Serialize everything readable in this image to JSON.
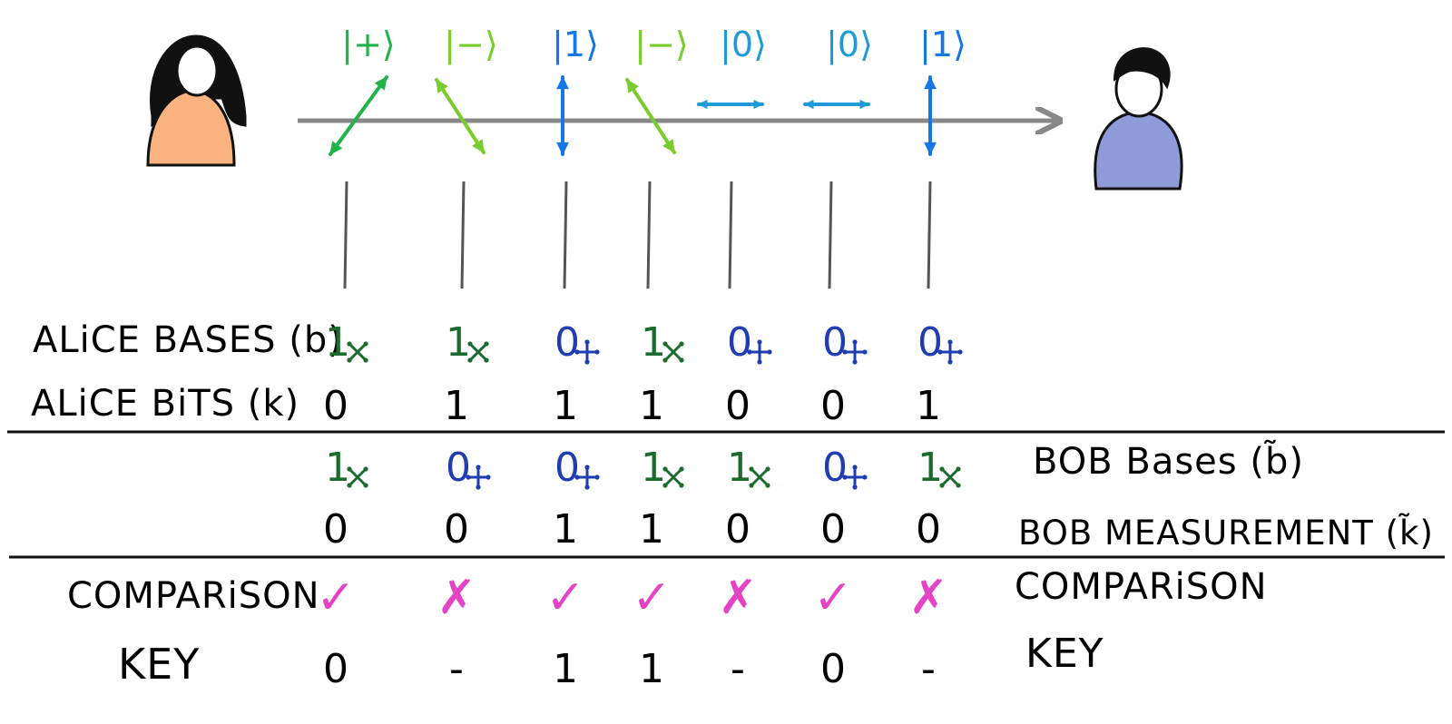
{
  "colors": {
    "diag_green": "#21b24a",
    "diag_lime": "#78cd2c",
    "rect_blue": "#1576e6",
    "rect_cyan": "#1e9bd6",
    "basis_green": "#1c6b2e",
    "basis_blue": "#1f3cb0",
    "check": "#e443c4",
    "alice_body": "#fab27f",
    "bob_body": "#8f9ad8",
    "channel": "#888888"
  },
  "states": [
    {
      "label": "|+⟩",
      "color": "#21b24a",
      "pol": "diag-pos"
    },
    {
      "label": "|−⟩",
      "color": "#78cd2c",
      "pol": "diag-neg"
    },
    {
      "label": "|1⟩",
      "color": "#1576e6",
      "pol": "vertical"
    },
    {
      "label": "|−⟩",
      "color": "#78cd2c",
      "pol": "diag-neg"
    },
    {
      "label": "|0⟩",
      "color": "#1e9bd6",
      "pol": "horizontal"
    },
    {
      "label": "|0⟩",
      "color": "#1e9bd6",
      "pol": "horizontal"
    },
    {
      "label": "|1⟩",
      "color": "#1576e6",
      "pol": "vertical"
    }
  ],
  "labels": {
    "alice_bases": "ALiCE BASES (b)",
    "alice_bits": "ALiCE BiTS (k)",
    "bob_bases": "BOB   Bases (b̃)",
    "bob_measurement": "BOB  MEASUREMENT (k̃)",
    "comparison_left": "COMPARiSON",
    "comparison_right": "COMPARiSON",
    "key_left": "KEY",
    "key_right": "KEY"
  },
  "alice_bases": [
    "1",
    "1",
    "0",
    "1",
    "0",
    "0",
    "0"
  ],
  "alice_bits": [
    "0",
    "1",
    "1",
    "1",
    "0",
    "0",
    "1"
  ],
  "bob_bases": [
    "1",
    "0",
    "0",
    "1",
    "1",
    "0",
    "1"
  ],
  "bob_measurement": [
    "0",
    "0",
    "1",
    "1",
    "0",
    "0",
    "0"
  ],
  "comparison": [
    "✓",
    "✗",
    "✓",
    "✓",
    "✗",
    "✓",
    "✗"
  ],
  "key": [
    "0",
    "-",
    "1",
    "1",
    "-",
    "0",
    "-"
  ]
}
